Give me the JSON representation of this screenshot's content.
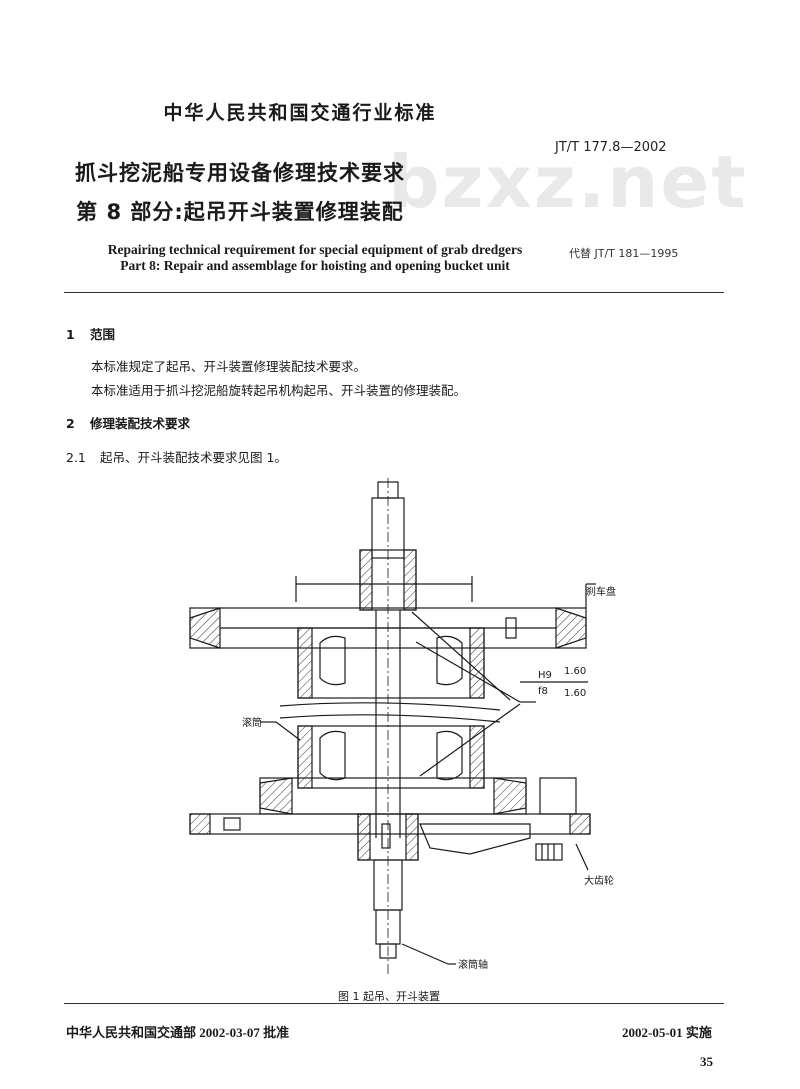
{
  "header": {
    "standard_title": "中华人民共和国交通行业标准",
    "standard_code": "JT/T 177.8—2002",
    "watermark": "bzxz.net"
  },
  "title": {
    "line1": "抓斗挖泥船专用设备修理技术要求",
    "line2": "第 8 部分:起吊开斗装置修理装配",
    "en_line1": "Repairing technical requirement for special equipment of grab dredgers",
    "en_line2": "Part 8: Repair and assemblage for hoisting and opening bucket unit",
    "replaces": "代替 JT/T 181—1995"
  },
  "sections": {
    "s1_num": "1",
    "s1_title": "范围",
    "s1_p1": "本标准规定了起吊、开斗装置修理装配技术要求。",
    "s1_p2": "本标准适用于抓斗挖泥船旋转起吊机构起吊、开斗装置的修理装配。",
    "s2_num": "2",
    "s2_title": "修理装配技术要求",
    "s21_num": "2.1",
    "s21_text": "起吊、开斗装配技术要求见图 1。"
  },
  "figure": {
    "label_top_right": "刹车盘",
    "label_fit_top": "H9",
    "label_fit_bottom": "f8",
    "label_rough_top": "1.60",
    "label_rough_bottom": "1.60",
    "label_left": "滚筒",
    "label_right_bottom": "大齿轮",
    "label_bottom": "滚筒轴",
    "caption": "图 1  起吊、开斗装置"
  },
  "footer": {
    "ministry": "中华人民共和国交通部 2002-03-07 批准",
    "implement": "2002-05-01 实施",
    "page": "35"
  }
}
